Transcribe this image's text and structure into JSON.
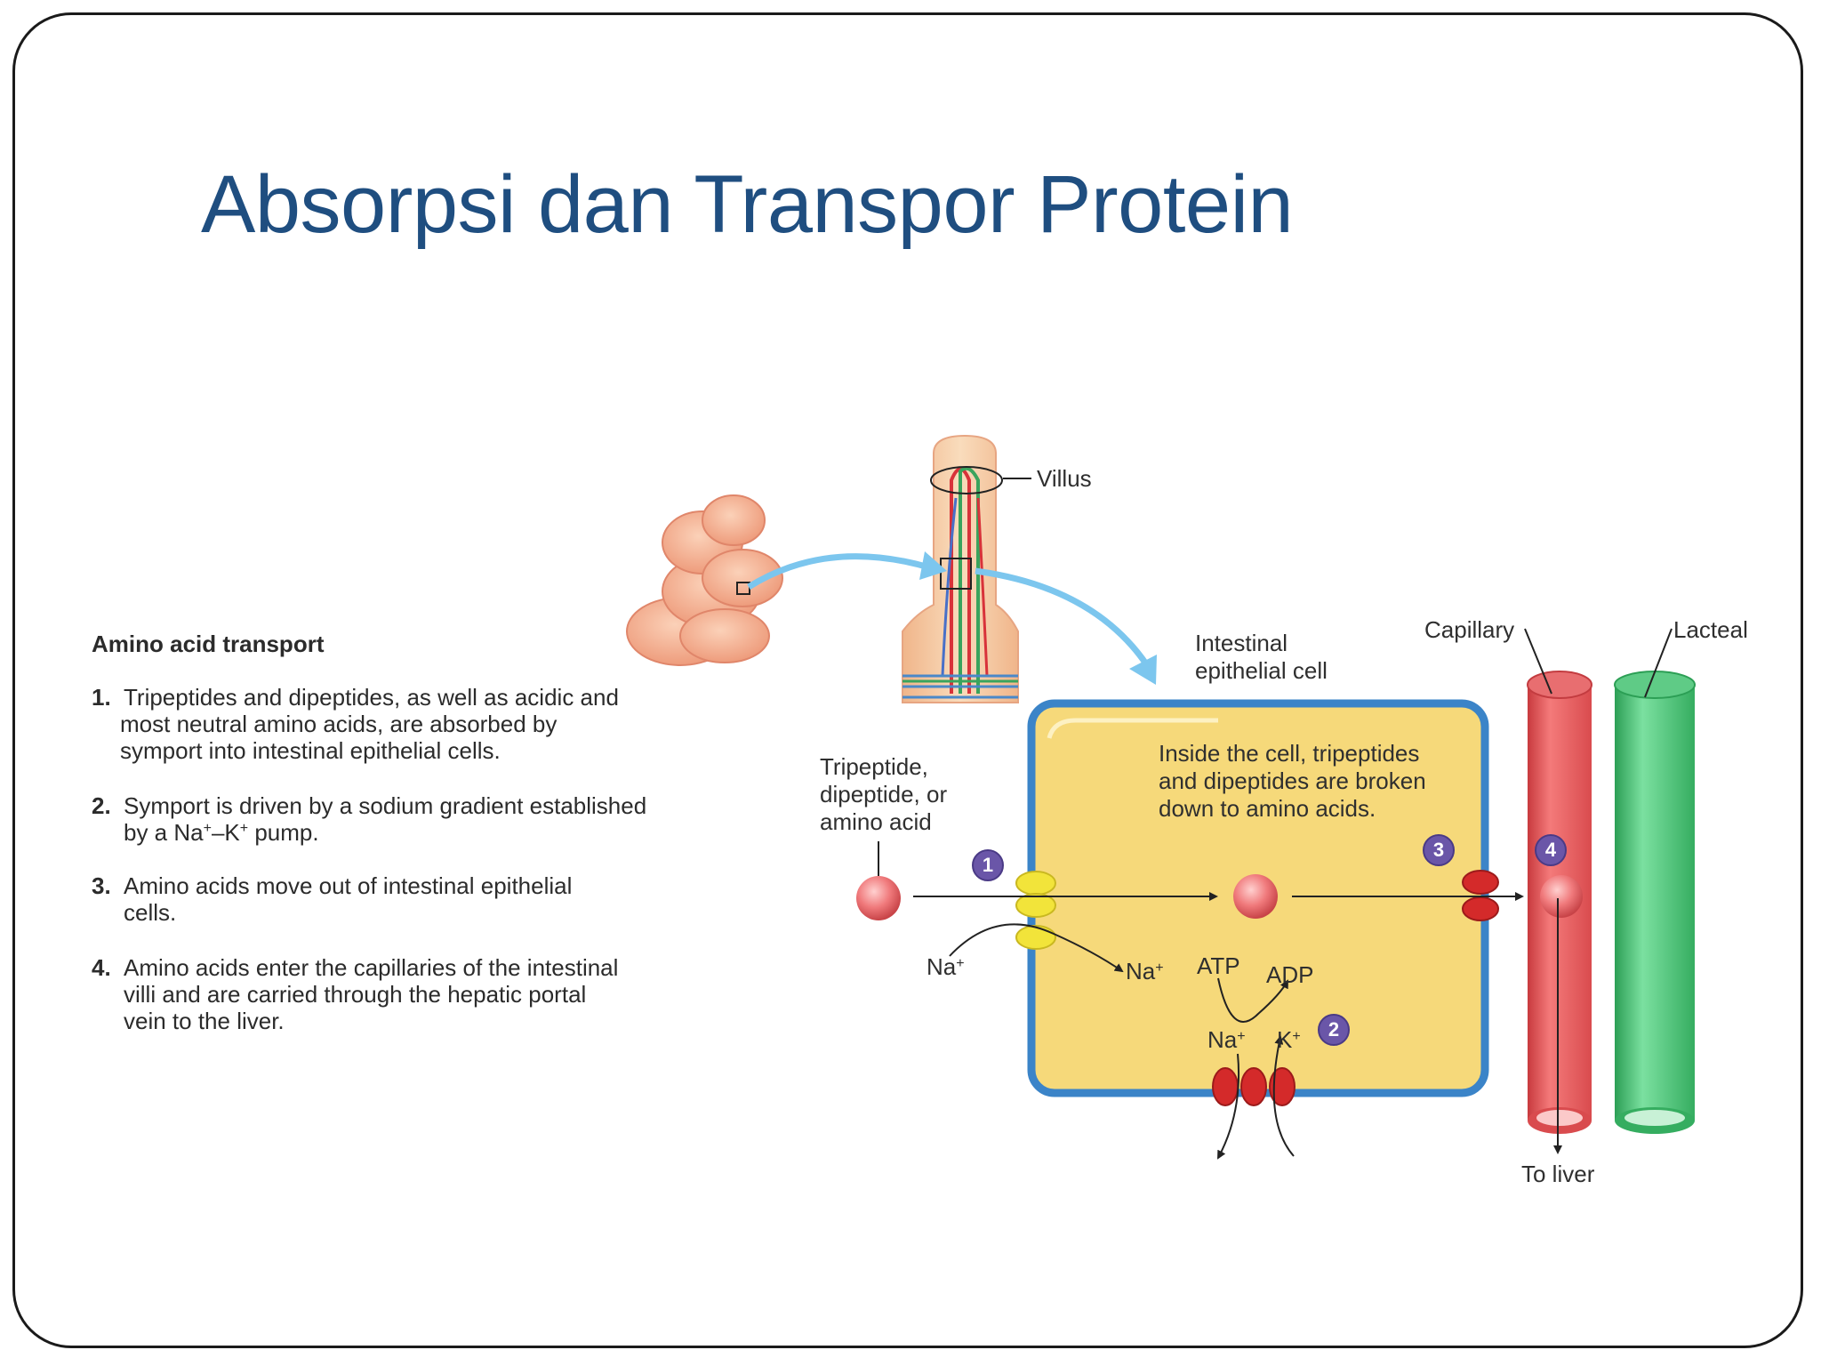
{
  "slide": {
    "title": "Absorpsi dan Transpor Protein"
  },
  "text_panel": {
    "heading": "Amino acid transport",
    "steps": [
      {
        "num": "1.",
        "line1": "Tripeptides and dipeptides, as well as acidic and",
        "line2": "most neutral amino acids, are absorbed by",
        "line3": "symport into intestinal epithelial cells."
      },
      {
        "num": "2.",
        "line1": "Symport is driven by a sodium gradient established",
        "line2_pre": "by a Na",
        "line2_sup1": "+",
        "line2_mid": "–K",
        "line2_sup2": "+",
        "line2_post": " pump."
      },
      {
        "num": "3.",
        "line1": "Amino acids move out of intestinal epithelial",
        "line2": "cells."
      },
      {
        "num": "4.",
        "line1": "Amino acids enter the capillaries of the intestinal",
        "line2": "villi and are carried through the hepatic portal",
        "line3": "vein to the liver."
      }
    ]
  },
  "diagram": {
    "villus_label": "Villus",
    "cell_label_line1": "Intestinal",
    "cell_label_line2": "epithelial cell",
    "capillary_label": "Capillary",
    "lacteal_label": "Lacteal",
    "inside_note_line1": "Inside the cell, tripeptides",
    "inside_note_line2": "and dipeptides are broken",
    "inside_note_line3": "down to amino acids.",
    "substrate_line1": "Tripeptide,",
    "substrate_line2": "dipeptide, or",
    "substrate_line3": "amino acid",
    "na_outside": "Na",
    "na_inside": "Na",
    "atp": "ATP",
    "adp": "ADP",
    "pump_na": "Na",
    "pump_k": "K",
    "plus": "+",
    "to_liver": "To liver",
    "badges": [
      "1",
      "2",
      "3",
      "4"
    ],
    "colors": {
      "title": "#1f4e80",
      "cell_fill": "#f6d97a",
      "cell_border": "#3b84c8",
      "capillary": "#e0585a",
      "lacteal": "#3cba6a",
      "arrow_blue": "#7cc6ee",
      "badge": "#6a56a8",
      "symporter": "#f2e43a",
      "pump": "#d42a2a"
    }
  }
}
